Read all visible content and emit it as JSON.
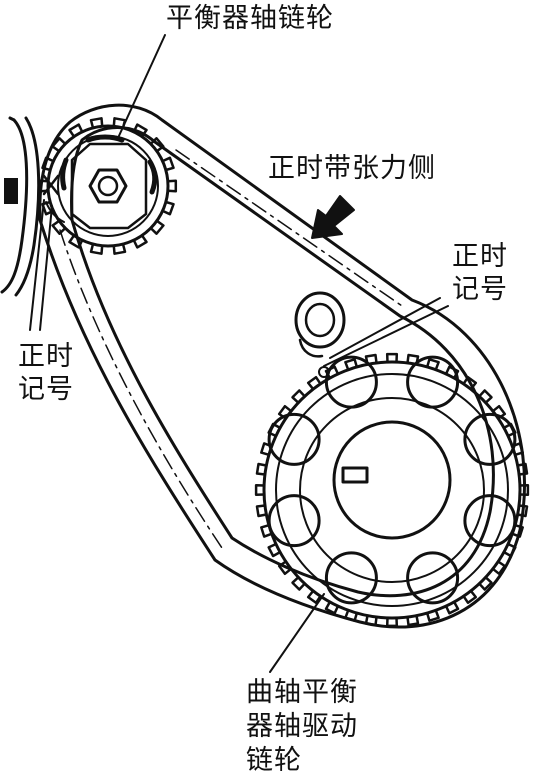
{
  "labels": {
    "balance_sprocket": "平衡器轴链轮",
    "tension_side": "正时带张力侧",
    "timing_mark_right": [
      "正时",
      "记号"
    ],
    "timing_mark_left": [
      "正时",
      "记号"
    ],
    "crank_drive_sprocket": [
      "曲轴平衡",
      "器轴驱动",
      "链轮"
    ]
  },
  "colors": {
    "ink": "#111111",
    "paper": "#ffffff"
  }
}
